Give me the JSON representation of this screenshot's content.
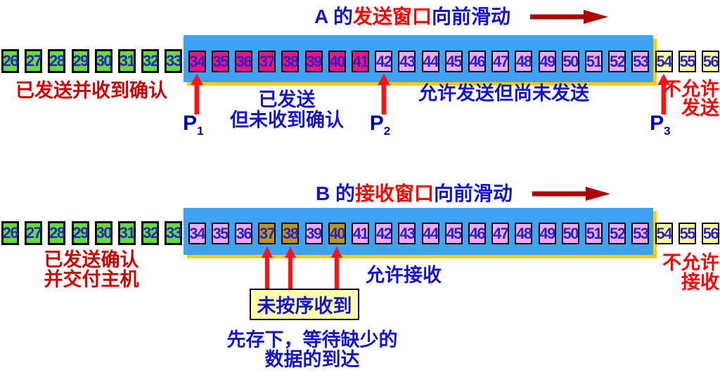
{
  "range": {
    "first": 26,
    "last": 56
  },
  "sender": {
    "title": {
      "part1": "A 的",
      "part2": "发送窗口",
      "part3": "向前滑动"
    },
    "segments": [
      {
        "from": 26,
        "to": 33,
        "state": "acked"
      },
      {
        "from": 34,
        "to": 41,
        "state": "unacked"
      },
      {
        "from": 42,
        "to": 53,
        "state": "allowed"
      },
      {
        "from": 54,
        "to": 56,
        "state": "denied"
      }
    ],
    "pointers": [
      {
        "name": "P",
        "sub": "1",
        "at": 34
      },
      {
        "name": "P",
        "sub": "2",
        "at": 42
      },
      {
        "name": "P",
        "sub": "3",
        "at": 54
      }
    ],
    "labels": {
      "acked": "已发送并收到确认",
      "sent_line1": "已发送",
      "sent_line2": "但未收到确认",
      "allowed": "允许发送但尚未发送",
      "denied_line1": "不允许",
      "denied_line2": "发送"
    }
  },
  "receiver": {
    "title": {
      "part1": "B 的",
      "part2": "接收窗口",
      "part3": "向前滑动"
    },
    "segments": [
      {
        "from": 26,
        "to": 33,
        "state": "acked"
      },
      {
        "from": 34,
        "to": 53,
        "state": "allowed"
      },
      {
        "from": 54,
        "to": 56,
        "state": "denied"
      }
    ],
    "out_of_order_cells": [
      37,
      38,
      40
    ],
    "labels": {
      "delivered_line1": "已发送确认",
      "delivered_line2": "并交付主机",
      "allowed": "允许接收",
      "denied_line1": "不允许",
      "denied_line2": "接收",
      "out_of_order": "未按序收到",
      "note_line1": "先存下，等待缺少的",
      "note_line2": "数据的到达"
    }
  },
  "colors": {
    "acked_green": "#63DE38",
    "unacked_pink": "#F5117E",
    "allowed_violet": "#F0A8EE",
    "out_of_order_olive": "#BE9410",
    "denied_yellow": "#FFFF99",
    "note_yellow": "#FFFFAA",
    "window_blue": "#3FA2F4",
    "window_shadow_gold": "#FFCC00",
    "cell_number_blue": "#2823C3",
    "label_blue": "#1414CC",
    "label_red": "#FF0000",
    "label_dark_red": "#CC0000",
    "arrow_dark_red": "#B00000",
    "pointer_red": "#F81414",
    "pointer_label_blue": "#0000A8"
  }
}
